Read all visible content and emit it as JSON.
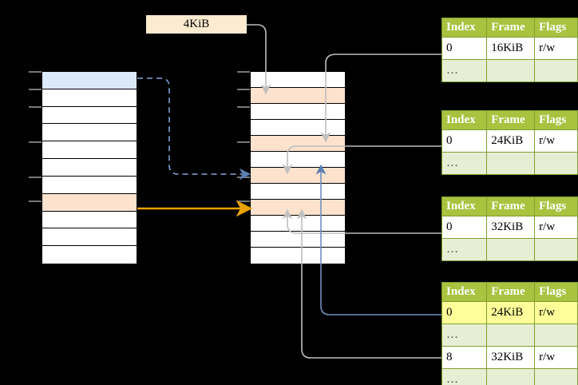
{
  "diagram": {
    "title_label": "4KiB",
    "background": "#000000",
    "colors": {
      "header_green": "#a9c23f",
      "table_border": "#7f9f2f",
      "alt_row": "#e8eed3",
      "highlight_yellow": "#ffff99",
      "peach": "#fde2cd",
      "blue_fill": "#dce9fa",
      "orange_arrow": "#e8a200",
      "blue_arrow": "#5b7fb4",
      "gray_wire": "#b3b3b3"
    }
  },
  "left_column": {
    "name": "virtual-address-space",
    "rows": [
      {
        "label": "",
        "fill": "blue"
      },
      {
        "label": "",
        "fill": "white"
      },
      {
        "label": "",
        "fill": "white"
      },
      {
        "label": "",
        "fill": "white"
      },
      {
        "label": "",
        "fill": "white"
      },
      {
        "label": "",
        "fill": "white"
      },
      {
        "label": "",
        "fill": "white"
      },
      {
        "label": "",
        "fill": "peach"
      },
      {
        "label": "",
        "fill": "white"
      },
      {
        "label": "",
        "fill": "white"
      },
      {
        "label": "",
        "fill": "white"
      }
    ]
  },
  "middle_column": {
    "name": "physical-memory",
    "rows": [
      {
        "label": "",
        "fill": "white"
      },
      {
        "label": "",
        "fill": "peach"
      },
      {
        "label": "",
        "fill": "white"
      },
      {
        "label": "",
        "fill": "white"
      },
      {
        "label": "",
        "fill": "peach"
      },
      {
        "label": "",
        "fill": "white"
      },
      {
        "label": "",
        "fill": "peach"
      },
      {
        "label": "",
        "fill": "white"
      },
      {
        "label": "",
        "fill": "peach"
      },
      {
        "label": "",
        "fill": "white"
      },
      {
        "label": "",
        "fill": "white"
      },
      {
        "label": "",
        "fill": "white"
      }
    ]
  },
  "tables": [
    {
      "name": "page-table-level-1",
      "headers": [
        "Index",
        "Frame",
        "Flags"
      ],
      "rows": [
        {
          "cells": [
            "0",
            "16KiB",
            "r/w"
          ],
          "style": "plain"
        },
        {
          "cells": [
            "…",
            "",
            ""
          ],
          "style": "alt"
        }
      ]
    },
    {
      "name": "page-table-level-2",
      "headers": [
        "Index",
        "Frame",
        "Flags"
      ],
      "rows": [
        {
          "cells": [
            "0",
            "24KiB",
            "r/w"
          ],
          "style": "plain"
        },
        {
          "cells": [
            "…",
            "",
            ""
          ],
          "style": "alt"
        }
      ]
    },
    {
      "name": "page-table-level-3",
      "headers": [
        "Index",
        "Frame",
        "Flags"
      ],
      "rows": [
        {
          "cells": [
            "0",
            "32KiB",
            "r/w"
          ],
          "style": "plain"
        },
        {
          "cells": [
            "…",
            "",
            ""
          ],
          "style": "alt"
        }
      ]
    },
    {
      "name": "page-table-level-4",
      "headers": [
        "Index",
        "Frame",
        "Flags"
      ],
      "rows": [
        {
          "cells": [
            "0",
            "24KiB",
            "r/w"
          ],
          "style": "highlight"
        },
        {
          "cells": [
            "…",
            "",
            ""
          ],
          "style": "alt"
        },
        {
          "cells": [
            "8",
            "32KiB",
            "r/w"
          ],
          "style": "plain"
        },
        {
          "cells": [
            "…",
            "",
            ""
          ],
          "style": "alt"
        }
      ]
    }
  ]
}
